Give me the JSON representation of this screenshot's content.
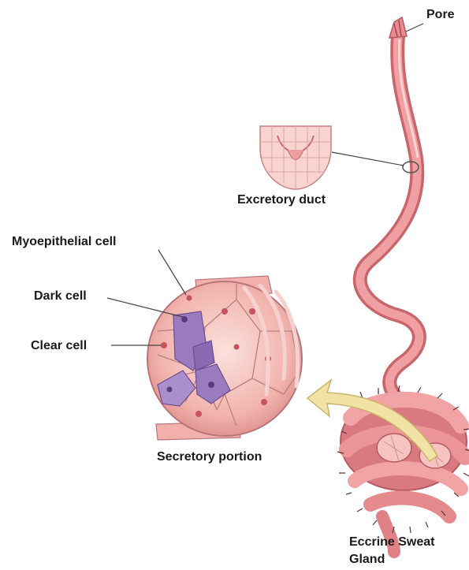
{
  "labels": {
    "pore": "Pore",
    "excretory_duct": "Excretory duct",
    "myoepithelial_cell": "Myoepithelial cell",
    "dark_cell": "Dark cell",
    "clear_cell": "Clear cell",
    "secretory_portion": "Secretory portion",
    "gland_line1": "Eccrine Sweat",
    "gland_line2": "Gland"
  },
  "colors": {
    "tissue": "#e98b8e",
    "tissue_dark": "#c9656b",
    "tissue_light": "#f6c2c0",
    "dark_cell": "#9a7bc0",
    "clear_cell": "#f2a7a5",
    "arrow": "#f1e3a6",
    "leader_line": "#444444"
  }
}
